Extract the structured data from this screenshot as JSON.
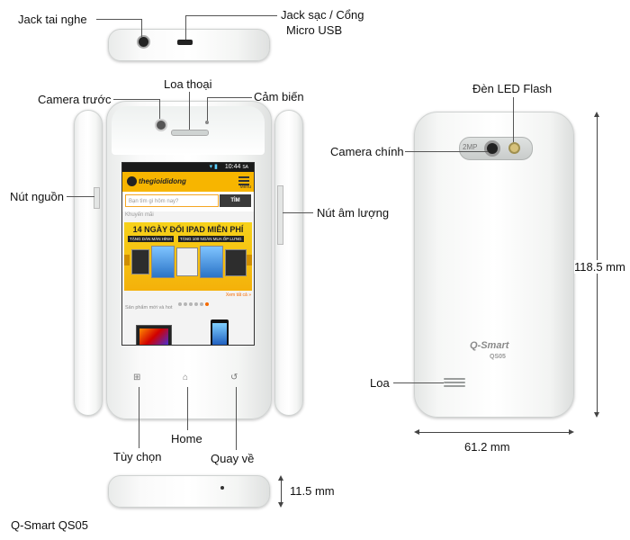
{
  "labels": {
    "headphone_jack": "Jack tai nghe",
    "charge_port_line1": "Jack sạc / Cổng",
    "charge_port_line2": "Micro USB",
    "front_camera": "Camera trước",
    "earpiece": "Loa thoại",
    "sensor": "Cảm biến",
    "led_flash": "Đèn LED Flash",
    "main_camera": "Camera chính",
    "power_button": "Nút nguồn",
    "volume_button": "Nút âm lượng",
    "speaker": "Loa",
    "home": "Home",
    "options": "Tùy chọn",
    "back": "Quay về"
  },
  "dimensions": {
    "height": "118.5 mm",
    "width": "61.2 mm",
    "thickness": "11.5 mm"
  },
  "model": "Q-Smart QS05",
  "back_branding": {
    "brand": "Q-Smart",
    "model": "QS05",
    "camera_mp": "2MP"
  },
  "screen": {
    "time": "10:44",
    "time_suffix": "SA",
    "site_logo": "thegioididong",
    "menu_label": "Menu",
    "search_placeholder": "Bạn tìm gì hôm nay?",
    "search_button": "TÌM",
    "promo_label": "Khuyến mãi",
    "banner_title": "14 NGÀY ĐỔI IPAD MIỄN PHÍ",
    "banner_sub1": "TẶNG DÁN MÀN HÌNH",
    "banner_sub2": "TẶNG 100 NGÀN MUA ỐP LƯNG",
    "see_all": "Xem tất cả »",
    "new_products": "Sản phẩm mới và hot"
  },
  "colors": {
    "accent": "#f7b500",
    "phone_body": "#ffffff",
    "line": "#555555"
  }
}
